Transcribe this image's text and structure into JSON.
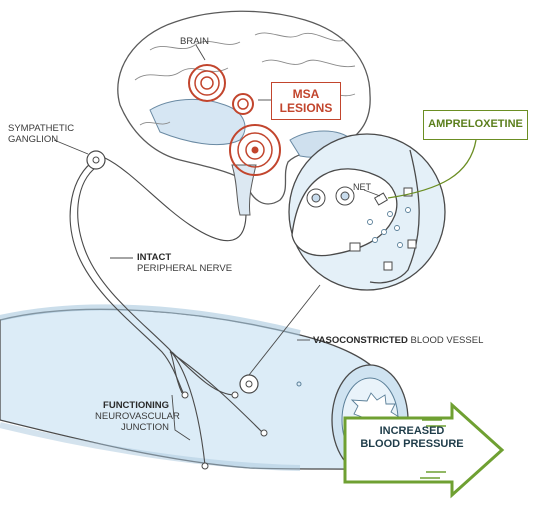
{
  "labels": {
    "brain": "BRAIN",
    "msa_line1": "MSA",
    "msa_line2": "LESIONS",
    "ampreloxetine": "AMPRELOXETINE",
    "sympathetic_line1": "SYMPATHETIC",
    "sympathetic_line2": "GANGLION",
    "net": "NET",
    "intact_bold": "INTACT",
    "intact_rest": "PERIPHERAL NERVE",
    "vaso_bold": "VASOCONSTRICTED",
    "vaso_rest": " BLOOD VESSEL",
    "functioning_bold": "FUNCTIONING",
    "functioning_line2": "NEUROVASCULAR",
    "functioning_line3": "JUNCTION",
    "bp_line1": "INCREASED",
    "bp_line2": "BLOOD PRESSURE"
  },
  "colors": {
    "lesion_red": "#c2452d",
    "ampreloxetine_green": "#6b8e23",
    "vessel_blue": "#d6e9f5",
    "outline": "#4a4a4a",
    "arrow_green": "#7fae3a"
  }
}
